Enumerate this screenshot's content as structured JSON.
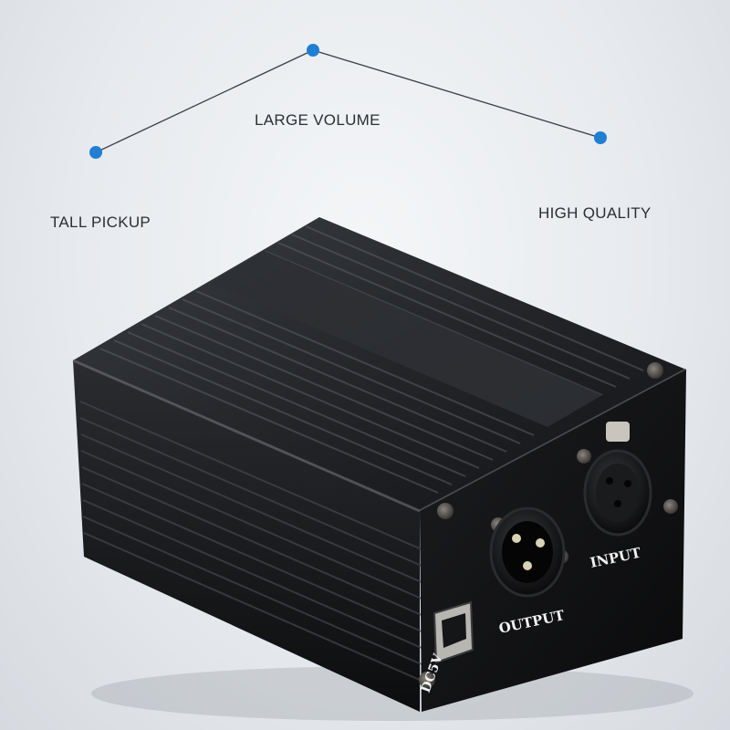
{
  "features": {
    "large_volume": "LARGE VOLUME",
    "tall_pickup": "TALL PICKUP",
    "high_quality": "HIGH QUALITY"
  },
  "device": {
    "output_label": "OUTPUT",
    "input_label": "INPUT",
    "power_label": "DC5V"
  },
  "colors": {
    "accent_dot": "#1f7fd3",
    "line": "#3a3f46",
    "housing": "#151618"
  }
}
